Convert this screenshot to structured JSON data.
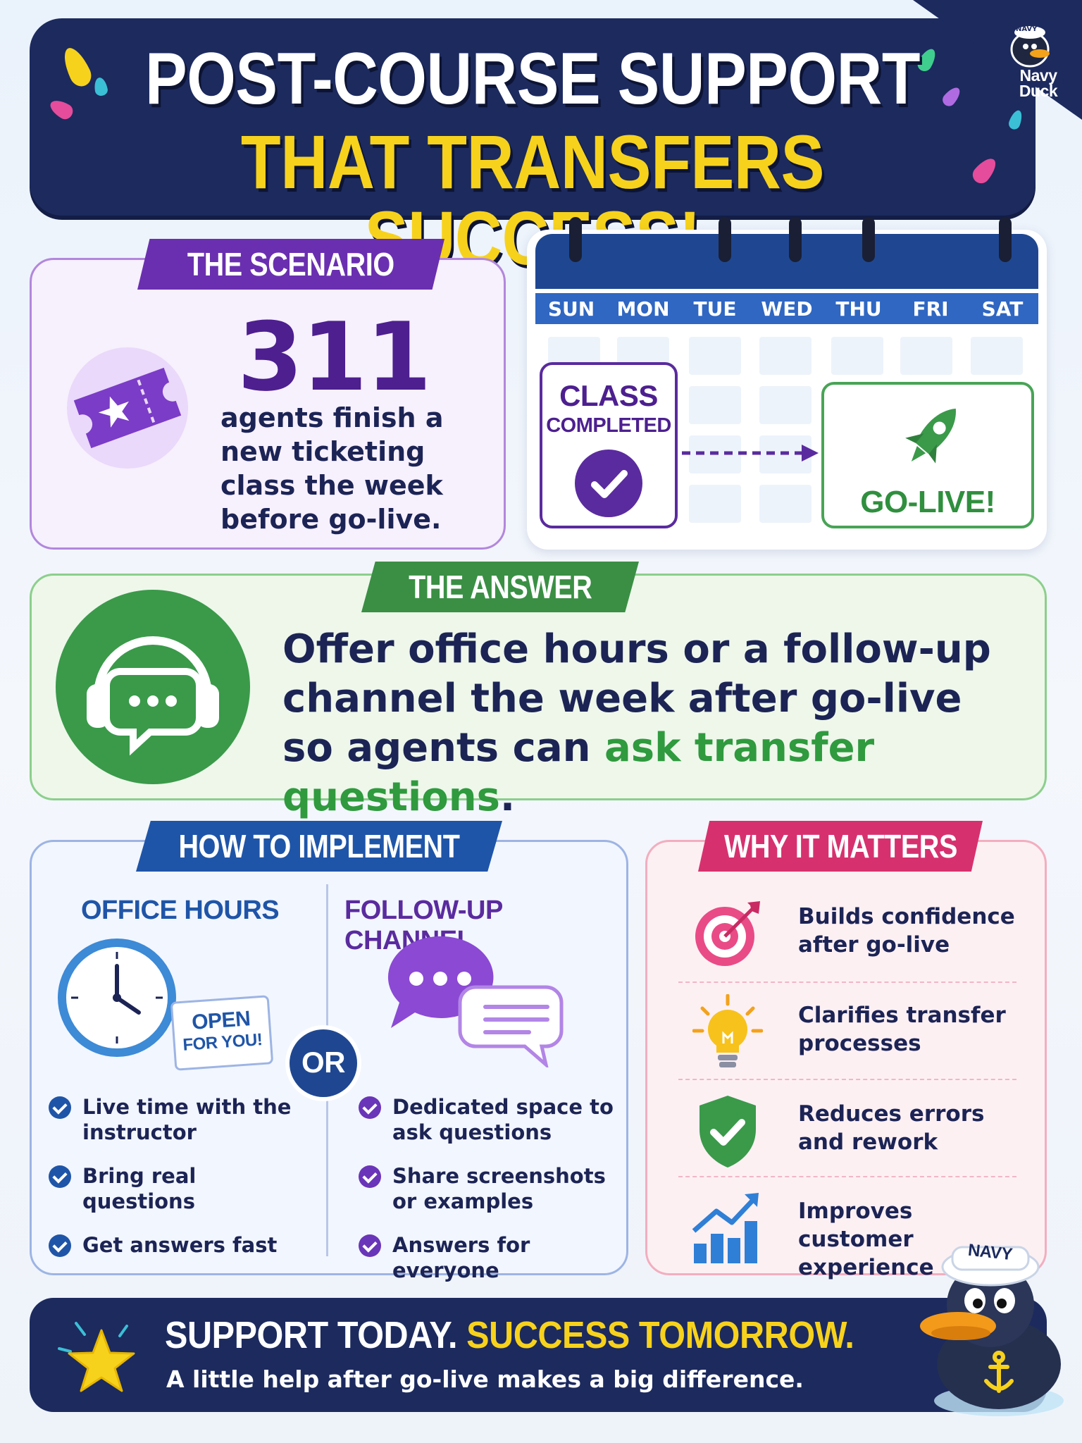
{
  "header": {
    "title_line1": "POST-COURSE SUPPORT",
    "title_line2": "THAT TRANSFERS SUCCESS!",
    "logo_hat": "NAVY",
    "logo_text": "Navy Duck"
  },
  "scenario": {
    "tag": "THE SCENARIO",
    "number": "311",
    "text": "agents finish a new ticketing class the week before go-live.",
    "icon": "ticket-icon"
  },
  "calendar": {
    "days": [
      "SUN",
      "MON",
      "TUE",
      "WED",
      "THU",
      "FRI",
      "SAT"
    ],
    "class_line1": "CLASS",
    "class_line2": "COMPLETED",
    "go_live": "GO-LIVE!"
  },
  "answer": {
    "tag": "THE ANSWER",
    "text_main": "Offer office hours or a follow-up channel the week after go-live so agents can ",
    "text_highlight": "ask transfer questions",
    "text_end": "."
  },
  "implement": {
    "tag": "HOW TO IMPLEMENT",
    "office_hours_title": "OFFICE HOURS",
    "open_line1": "OPEN",
    "open_line2": "FOR YOU!",
    "or_label": "OR",
    "channel_title": "FOLLOW-UP CHANNEL",
    "office_hours_items": [
      "Live time with the instructor",
      "Bring real questions",
      "Get answers fast"
    ],
    "channel_items": [
      "Dedicated space to ask questions",
      "Share screenshots or examples",
      "Answers for everyone"
    ]
  },
  "why": {
    "tag": "WHY IT MATTERS",
    "items": [
      {
        "text": "Builds confidence after go-live",
        "icon": "target-icon"
      },
      {
        "text": "Clarifies transfer processes",
        "icon": "lightbulb-icon"
      },
      {
        "text": "Reduces errors and rework",
        "icon": "shield-check-icon"
      },
      {
        "text": "Improves customer experience",
        "icon": "growth-chart-icon"
      }
    ]
  },
  "footer": {
    "headline_white": "SUPPORT TODAY.",
    "headline_yellow": "SUCCESS TOMORROW.",
    "subline": "A little help after go-live makes a big difference.",
    "mascot_hat": "NAVY"
  },
  "colors": {
    "navy": "#1c2a5e",
    "yellow": "#f7d21c",
    "purple": "#5a2b9e",
    "green": "#3a8f44",
    "blue": "#1f55a8",
    "pink": "#d6316e"
  }
}
